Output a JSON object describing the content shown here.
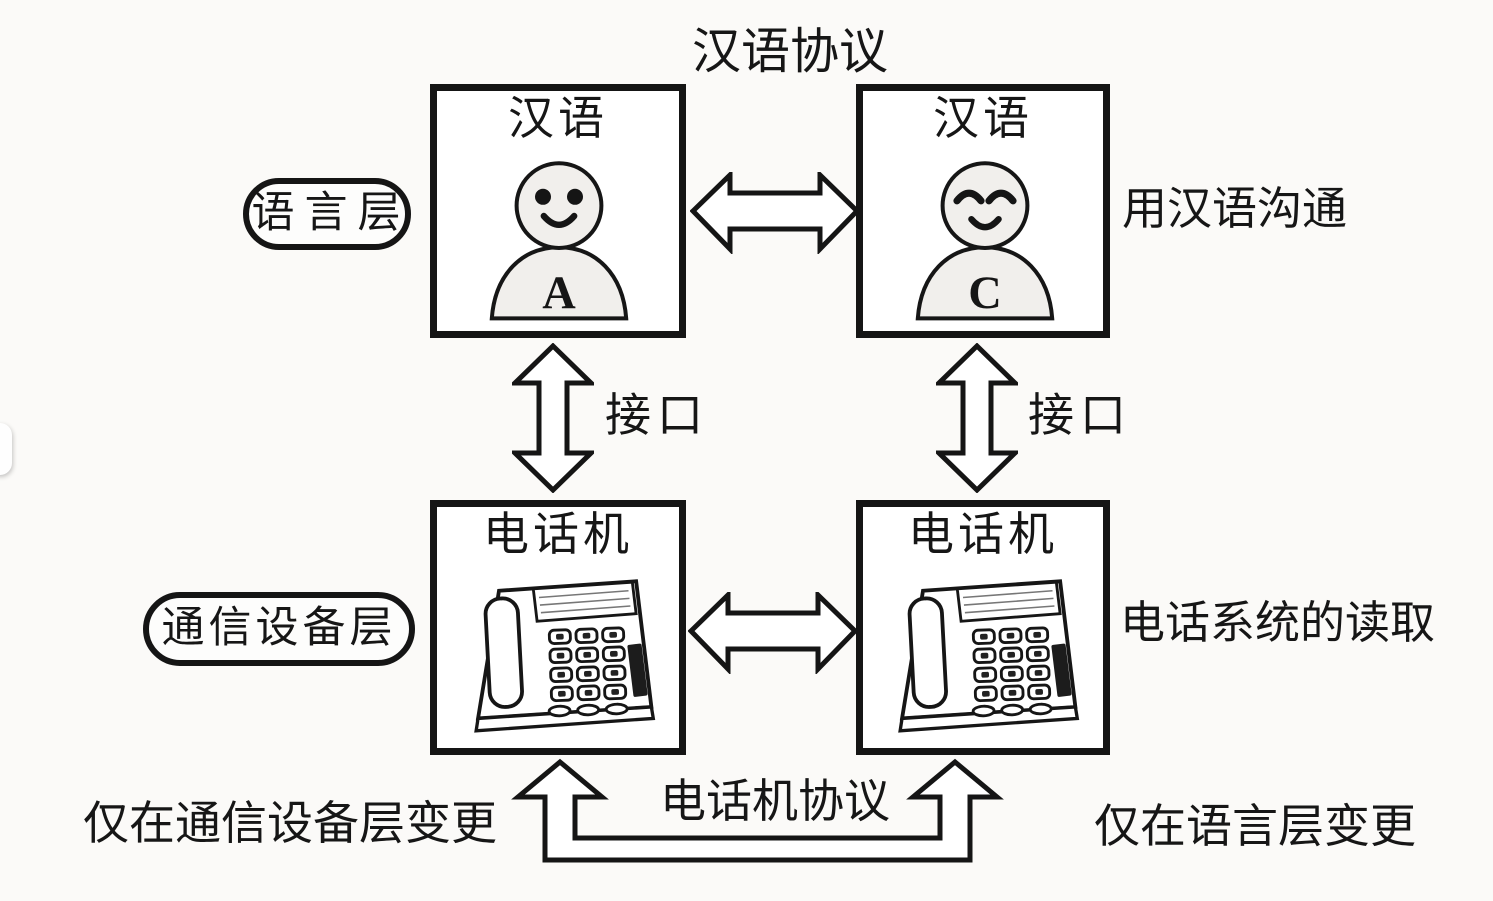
{
  "canvas": {
    "background": "#fbfaf8",
    "ink": "#161616"
  },
  "title": "汉语协议",
  "pills": {
    "language_layer": "语言层",
    "device_layer": "通信设备层"
  },
  "boxes": {
    "top_left": {
      "header": "汉语",
      "letter": "A",
      "person": "smiling-person-open-eyes"
    },
    "top_right": {
      "header": "汉语",
      "letter": "C",
      "person": "smiling-person-closed-eyes"
    },
    "bottom_left": {
      "header": "电话机",
      "icon": "desk-telephone"
    },
    "bottom_right": {
      "header": "电话机",
      "icon": "desk-telephone"
    }
  },
  "labels": {
    "interface_left": "接口",
    "interface_right": "接口",
    "communicate_note": "用汉语沟通",
    "phone_system_note": "电话系统的读取",
    "phone_protocol": "电话机协议",
    "device_change_note": "仅在通信设备层变更",
    "language_change_note": "仅在语言层变更"
  }
}
